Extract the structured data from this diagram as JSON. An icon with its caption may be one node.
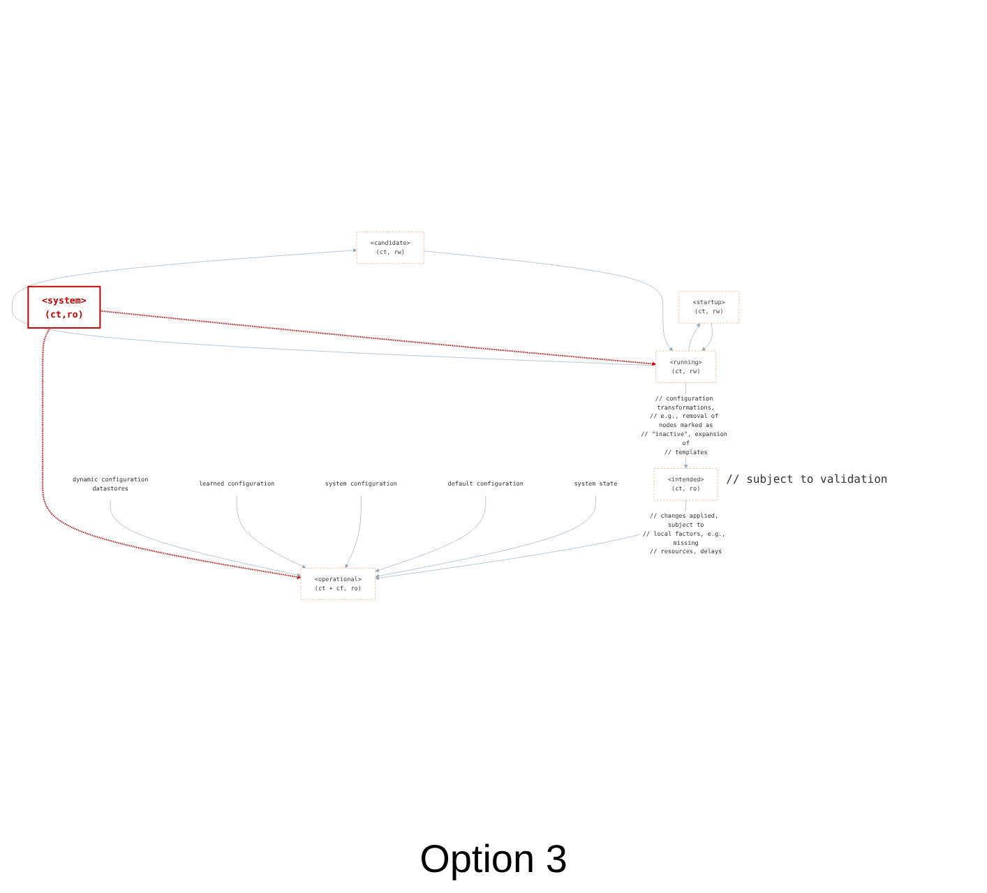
{
  "diagram": {
    "caption": "Option 3",
    "nodes": [
      {
        "text": [
          "<candidate>",
          "(ct, rw)"
        ]
      },
      {
        "text": [
          "<startup>",
          "(ct, rw)"
        ]
      },
      {
        "text": [
          "<system>",
          "(ct,ro)"
        ]
      },
      {
        "text": [
          "<running>",
          "(ct, rw)"
        ]
      },
      {
        "text": [
          "<intended>",
          "(ct, ro)"
        ],
        "beside": [
          "// subject to validation"
        ]
      },
      {
        "text": [
          "dynamic configuration datastores"
        ]
      },
      {
        "text": [
          "learned configuration"
        ]
      },
      {
        "text": [
          "system configuration"
        ]
      },
      {
        "text": [
          "default configuration"
        ]
      },
      {
        "text": [
          "<operational>",
          "(ct + cf, ro)"
        ]
      },
      {
        "text": [
          "system state"
        ]
      }
    ],
    "edges": [
      {
        "from": 0,
        "to": 3,
        "arrow": "to"
      },
      {
        "from": 1,
        "to": 3,
        "arrow": "to"
      },
      {
        "from": 3,
        "to": 0,
        "arrow": "to"
      },
      {
        "from": 3,
        "to": 1,
        "arrow": "to"
      },
      {
        "from": 2,
        "to": 3,
        "arrow": "to",
        "style": "dashed",
        "color": "#c00000"
      },
      {
        "from": 2,
        "to": 9,
        "arrow": "to",
        "style": "dashed",
        "color": "#c00000"
      },
      {
        "from": 3,
        "to": 4,
        "arrow": "to",
        "label": "// configuration transformations, // e.g., removal of nodes marked as // \"inactive\", expansion of // templates"
      },
      {
        "from": 4,
        "to": 9,
        "arrow": "to",
        "label": "// changes applied, subject to // local factors, e.g., missing // resources, delays"
      },
      {
        "from": 5,
        "to": 9,
        "arrow": "to"
      },
      {
        "from": 6,
        "to": 9,
        "arrow": "to"
      },
      {
        "from": 7,
        "to": 9,
        "arrow": "to"
      },
      {
        "from": 8,
        "to": 9,
        "arrow": "to"
      },
      {
        "from": 10,
        "to": 9,
        "arrow": "to"
      }
    ]
  }
}
